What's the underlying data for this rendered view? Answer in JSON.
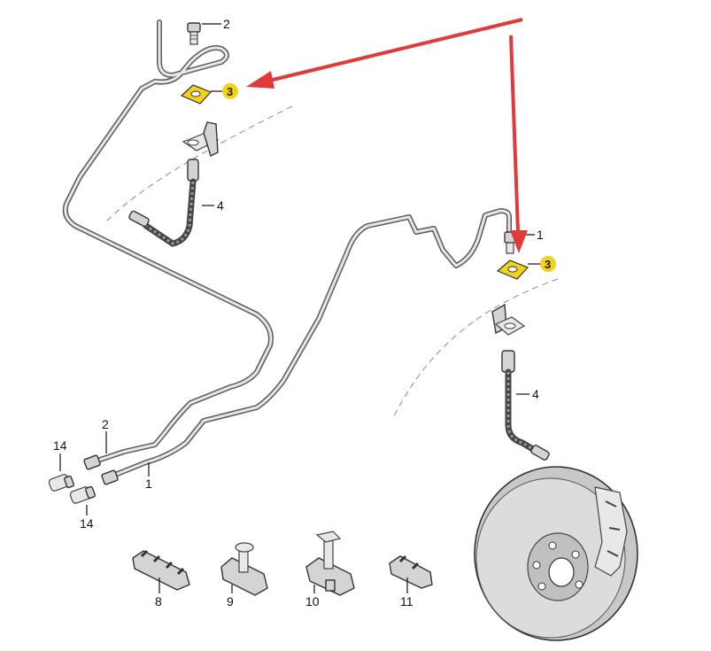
{
  "labels": {
    "pos_1_a": "1",
    "pos_1_b": "1",
    "pos_2_a": "2",
    "pos_2_b": "2",
    "pos_3_a": "3",
    "pos_3_b": "3",
    "pos_4_a": "4",
    "pos_4_b": "4",
    "pos_8": "8",
    "pos_9": "9",
    "pos_10": "10",
    "pos_11": "11",
    "pos_14_a": "14",
    "pos_14_b": "14"
  },
  "colors": {
    "arrow": "#e03a3a",
    "highlight": "#f2d21b",
    "pipe": "#5a5a5a"
  }
}
